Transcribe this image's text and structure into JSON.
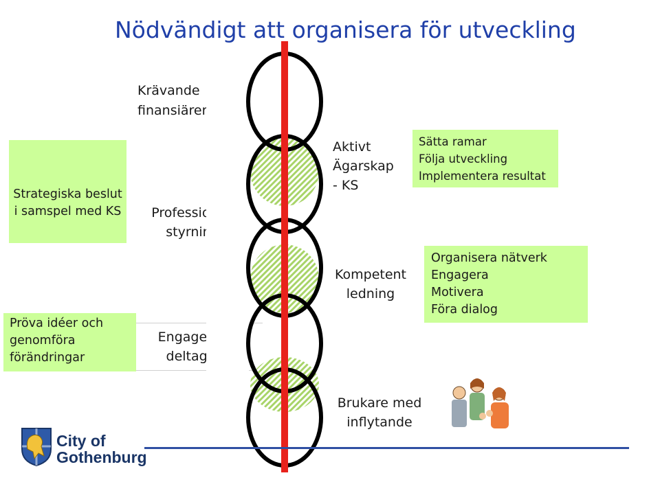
{
  "title": "Nödvändigt att organisera för utveckling",
  "top_label": [
    "Krävande",
    "finansiärer - KF"
  ],
  "left_boxes": {
    "strategic": [
      "Strategiska beslut",
      "i samspel med KS"
    ],
    "try_ideas": [
      "Pröva idéer och",
      "genomföra",
      "förändringar"
    ]
  },
  "center_left": {
    "professional": [
      "Professionell",
      "styrning"
    ],
    "engaged": [
      "Engagerade",
      "deltagare"
    ]
  },
  "center_right": {
    "ownership": [
      "Aktivt",
      "Ägarskap",
      "- KS"
    ],
    "leadership": [
      "Kompetent",
      "ledning"
    ],
    "users": [
      "Brukare med",
      "inflytande"
    ]
  },
  "right_boxes": {
    "frame": [
      "Sätta ramar",
      "Följa utveckling",
      "Implementera resultat"
    ],
    "network": [
      "Organisera nätverk",
      "Engagera",
      "Motivera",
      "Föra dialog"
    ]
  },
  "logo": {
    "line1": "City of",
    "line2": "Gothenburg"
  },
  "colors": {
    "title": "#1f3fa8",
    "box_fill": "#ccff99",
    "chain_line": "#e8221c",
    "link_stroke": "#000000",
    "rule": "#2f4fa3"
  },
  "icons": [
    "gothenburg-coat-of-arms-icon",
    "people-group-icon"
  ]
}
